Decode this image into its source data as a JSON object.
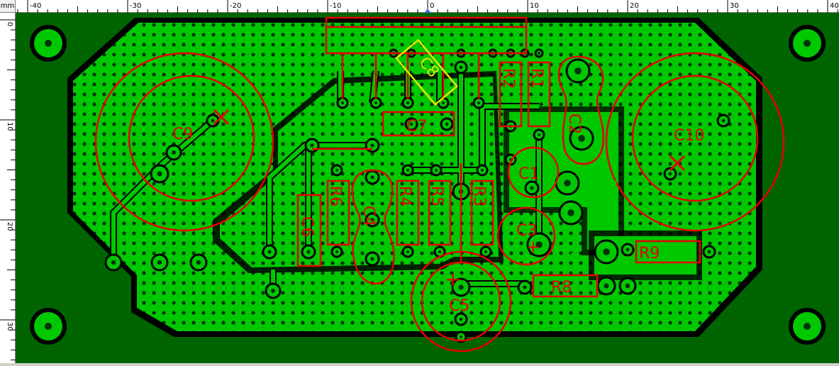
{
  "ruler": {
    "unit": "mm",
    "top_labels": [
      "-40",
      "-30",
      "-20",
      "-10",
      "0",
      "10",
      "20",
      "30",
      "40"
    ],
    "left_labels": [
      "0",
      "10",
      "20",
      "30"
    ]
  },
  "components": {
    "C9": "C9",
    "C10": "C10",
    "C8": "C8",
    "C7": "C7",
    "R2": "R2",
    "R1": "R1",
    "C2": "C2",
    "C1": "C1",
    "R6": "R6",
    "C4": "C4",
    "R4": "R4",
    "R5": "R5",
    "R3": "R3",
    "C6": "C6",
    "C3": "C3",
    "R9": "R9",
    "R8": "R8",
    "C5": "C5"
  },
  "markers": {
    "c3_plus": "+",
    "c5_plus": "+"
  },
  "colors": {
    "board": "#006400",
    "copper": "#00c800",
    "silk": "#e60000",
    "highlight": "#e6e600"
  }
}
